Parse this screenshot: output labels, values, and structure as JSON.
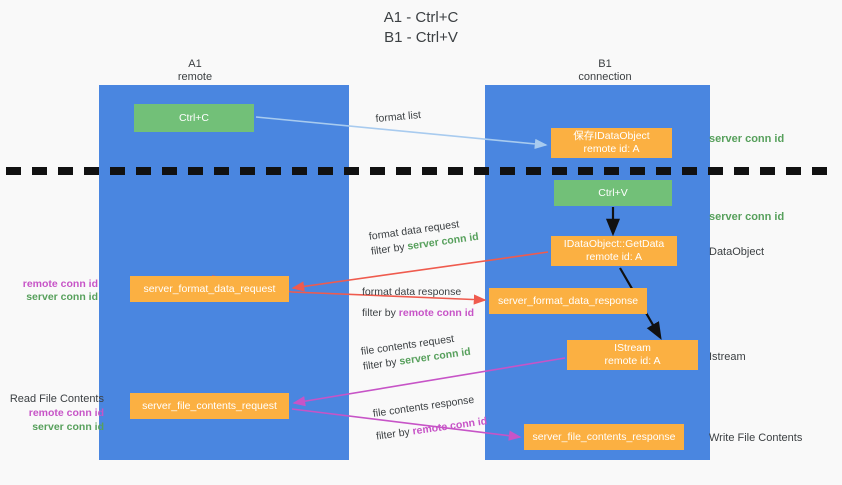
{
  "title": {
    "line1": "A1 - Ctrl+C",
    "line2": "B1 - Ctrl+V"
  },
  "columns": {
    "left": {
      "name": "A1",
      "role": "remote"
    },
    "right": {
      "name": "B1",
      "role": "connection"
    }
  },
  "colors": {
    "lane": "#4a86e0",
    "green_box": "#72c078",
    "orange_box": "#fbb042",
    "server_conn_id": "#57a05c",
    "remote_conn_id": "#c754c7",
    "arrow_blue": "#a8cbef",
    "arrow_red": "#ef5b4e",
    "arrow_magenta": "#c754c7",
    "arrow_black": "#000000",
    "background": "#f9f9f9"
  },
  "boxes": {
    "ctrl_c": {
      "label": "Ctrl+C",
      "color": "green"
    },
    "save_idataobject": {
      "line1": "保存IDataObject",
      "line2": "remote id: A",
      "color": "orange"
    },
    "ctrl_v": {
      "label": "Ctrl+V",
      "color": "green"
    },
    "getdata": {
      "line1": "IDataObject::GetData",
      "line2": "remote id: A",
      "color": "orange"
    },
    "istream": {
      "line1": "IStream",
      "line2": "remote id: A",
      "color": "orange"
    },
    "server_format_data_request": {
      "label": "server_format_data_request",
      "color": "orange"
    },
    "server_format_data_response": {
      "label": "server_format_data_response",
      "color": "orange"
    },
    "server_file_contents_request": {
      "label": "server_file_contents_request",
      "color": "orange"
    },
    "server_file_contents_response": {
      "label": "server_file_contents_response",
      "color": "orange"
    }
  },
  "side_labels": {
    "server_conn_id_top": "server conn id",
    "server_conn_id_mid": "server conn id",
    "dataobject": "DataObject",
    "istream": "Istream",
    "write_file_contents": "Write File Contents"
  },
  "left_labels": {
    "group1": {
      "remote": "remote conn id",
      "server": "server conn id"
    },
    "group2": {
      "header": "Read File Contents",
      "remote": "remote conn id",
      "server": "server conn id"
    }
  },
  "annotations": {
    "format_list": "format list",
    "format_data_request": {
      "line1": "format data request",
      "filter_prefix": "filter by ",
      "filter_value": "server conn id",
      "filter_kind": "server"
    },
    "format_data_response": {
      "line1": "format data response",
      "filter_prefix": "filter by ",
      "filter_value": "remote conn id",
      "filter_kind": "remote"
    },
    "file_contents_request": {
      "line1": "file contents request",
      "filter_prefix": "filter by ",
      "filter_value": "server conn id",
      "filter_kind": "server"
    },
    "file_contents_response": {
      "line1": "file contents response",
      "filter_prefix": "filter by ",
      "filter_value": "remote conn id",
      "filter_kind": "remote"
    }
  }
}
